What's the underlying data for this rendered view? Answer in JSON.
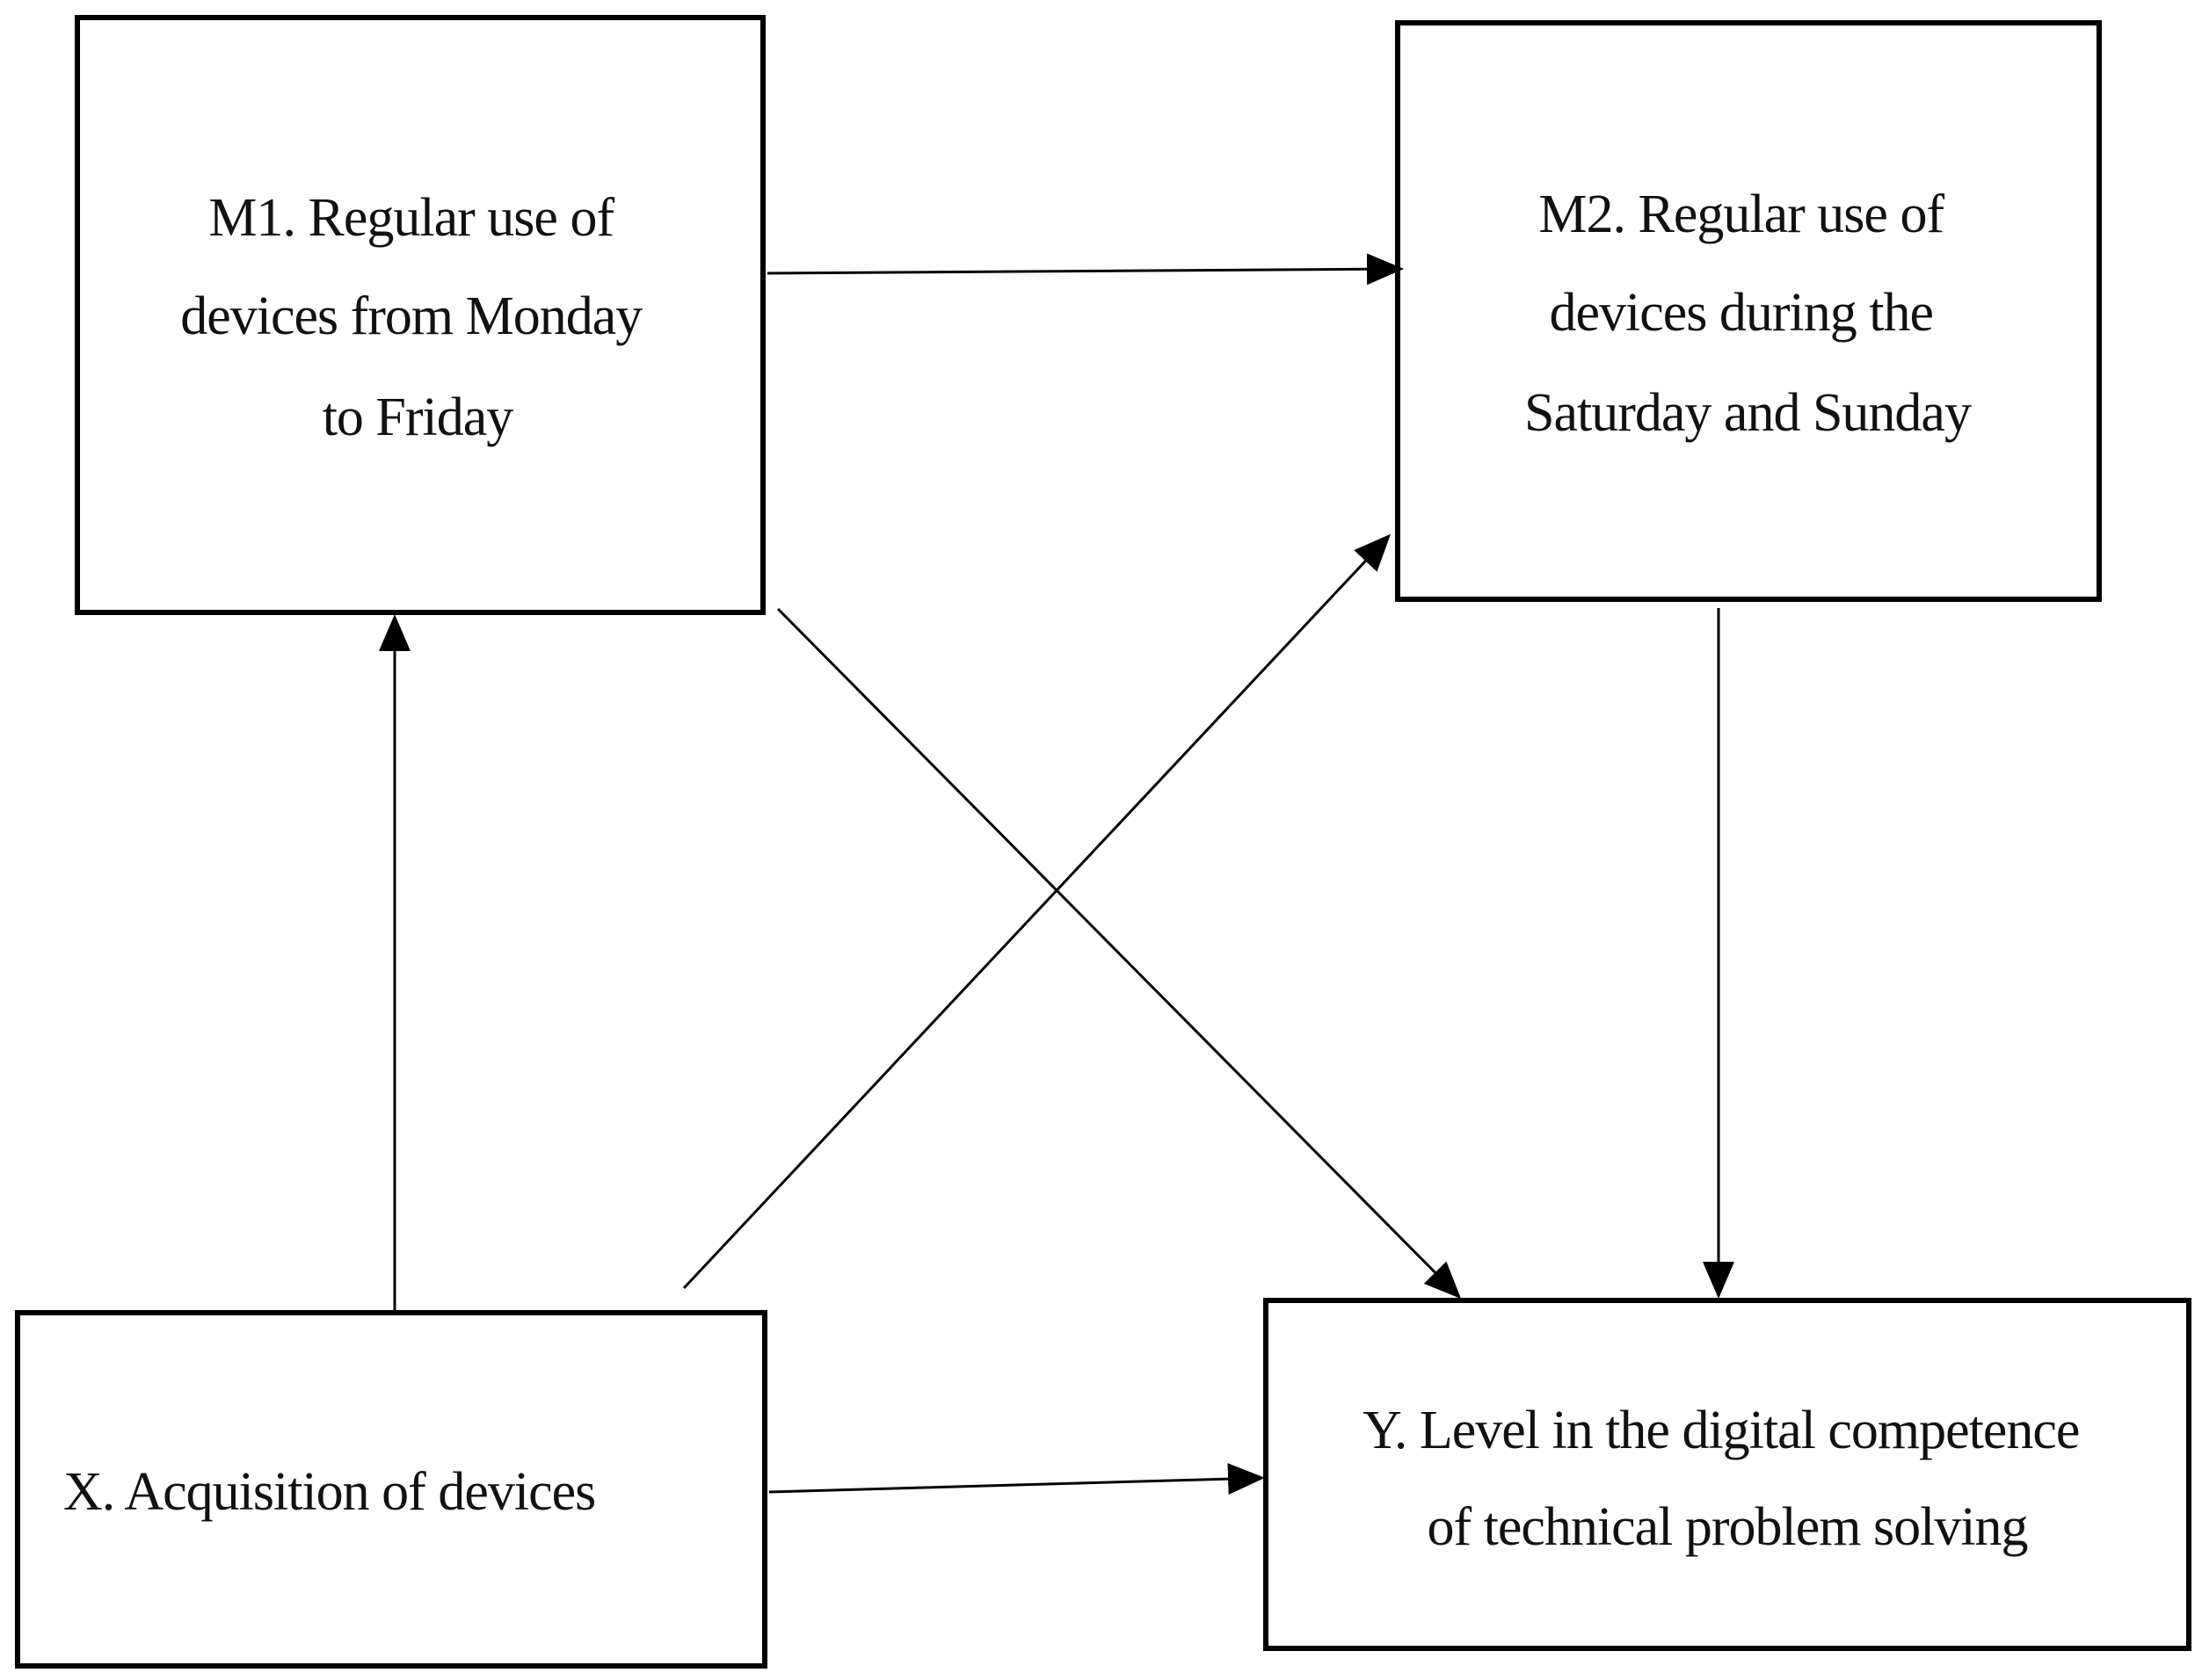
{
  "nodes": {
    "m1": {
      "lines": [
        "M1. Regular use of",
        "devices from Monday",
        "to Friday"
      ]
    },
    "m2": {
      "lines": [
        "M2. Regular use of",
        "devices during the",
        "Saturday and Sunday"
      ]
    },
    "x": {
      "lines": [
        "X. Acquisition of devices"
      ]
    },
    "y": {
      "lines": [
        "Y. Level in the digital competence",
        "of technical problem solving"
      ]
    }
  },
  "edges": [
    {
      "from": "m1",
      "to": "m2"
    },
    {
      "from": "m1",
      "to": "y"
    },
    {
      "from": "x",
      "to": "m1"
    },
    {
      "from": "x",
      "to": "m2"
    },
    {
      "from": "x",
      "to": "y"
    },
    {
      "from": "m2",
      "to": "y"
    }
  ]
}
